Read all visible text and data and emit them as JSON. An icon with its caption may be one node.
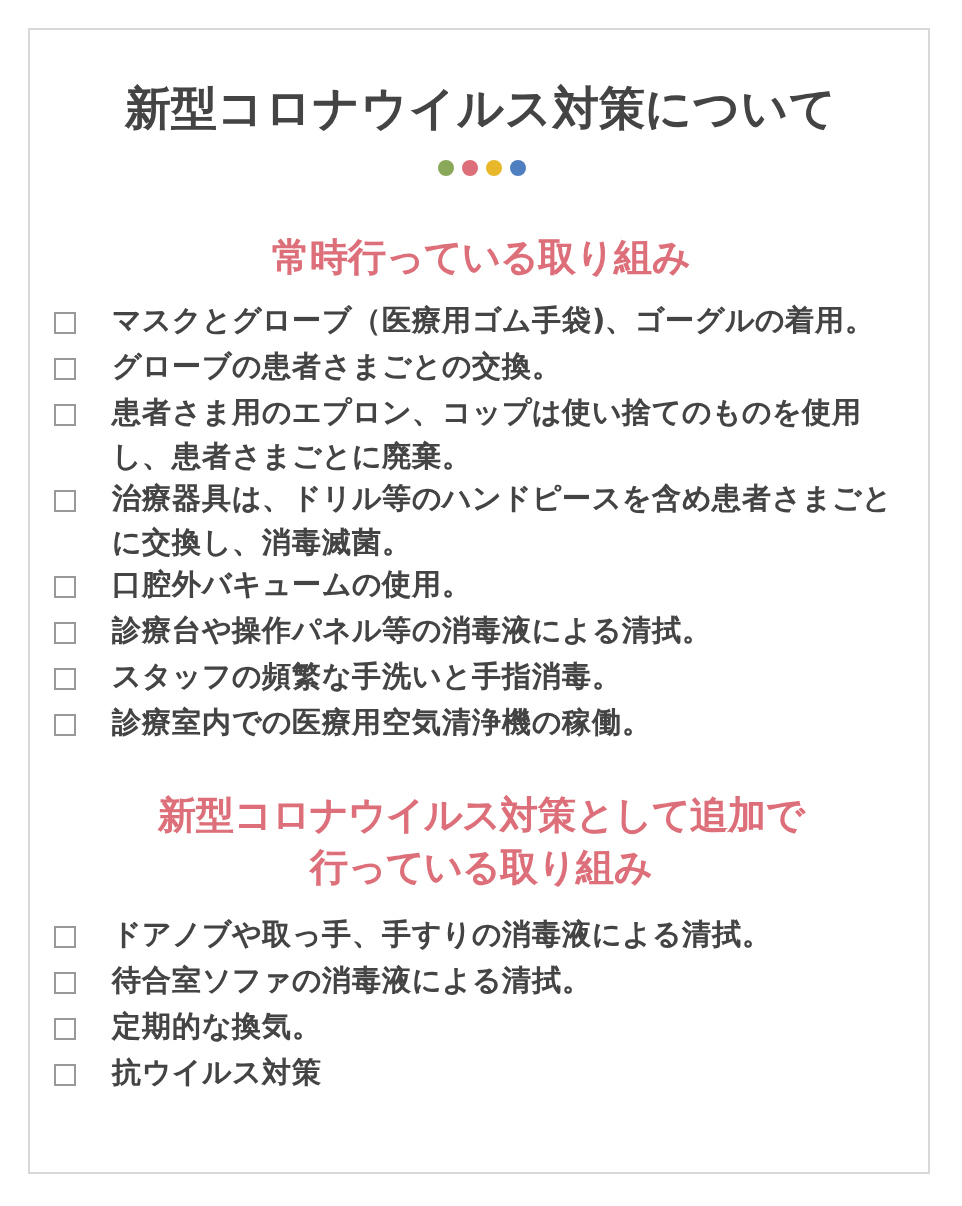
{
  "diagram": {
    "title": "新型コロナウイルス対策について",
    "labels": [
      "常時行っている取り組み",
      "マスクとグローブ（医療用ゴム手袋)、ゴーグルの着用。",
      "グローブの患者さまごとの交換。",
      "患者さま用のエプロン、コップは使い捨てのものを使用し、患者さまごとに廃棄。",
      "治療器具は、ドリル等のハンドピースを含め患者さまごとに交換し、消毒滅菌。",
      "口腔外バキュームの使用。",
      "診療台や操作パネル等の消毒液による清拭。",
      "スタッフの頻繁な手洗いと手指消毒。",
      "診療室内での医療用空気清浄機の稼働。",
      "新型コロナウイルス対策として追加で行っている取り組み",
      "ドアノブや取っ手、手すりの消毒液による清拭。",
      "待合室ソファの消毒液による清拭。",
      "定期的な換気。",
      "抗ウイルス対策"
    ]
  }
}
